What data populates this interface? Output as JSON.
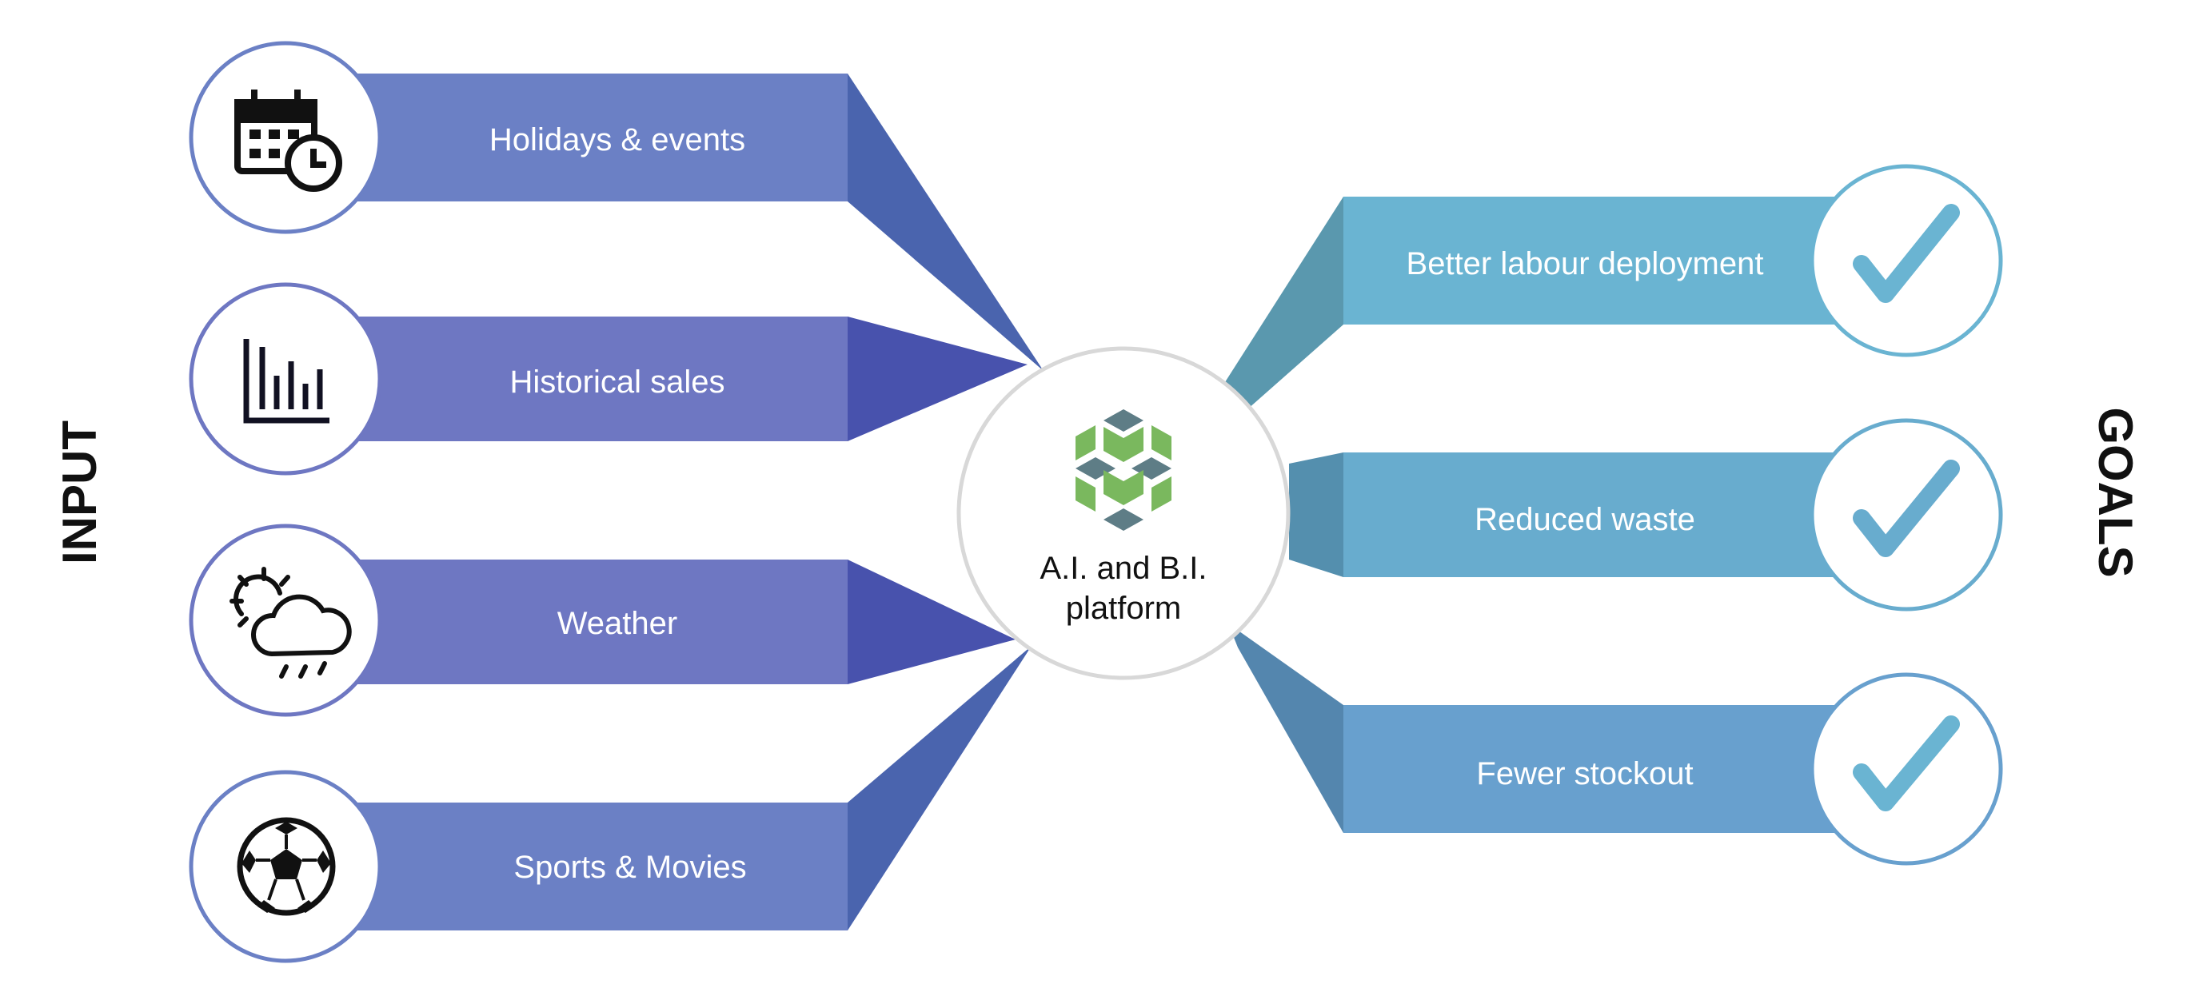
{
  "side_labels": {
    "left": "INPUT",
    "right": "GOALS"
  },
  "center": {
    "line1": "A.I. and B.I.",
    "line2": "platform",
    "icon": "hexagon-cubes-logo"
  },
  "inputs": [
    {
      "label": "Holidays & events",
      "icon": "calendar-clock-icon"
    },
    {
      "label": "Historical sales",
      "icon": "bar-chart-icon"
    },
    {
      "label": "Weather",
      "icon": "sun-cloud-rain-icon"
    },
    {
      "label": "Sports & Movies",
      "icon": "soccer-ball-icon"
    }
  ],
  "goals": [
    {
      "label": "Better labour deployment",
      "icon": "check-icon"
    },
    {
      "label": "Reduced waste",
      "icon": "check-icon"
    },
    {
      "label": "Fewer stockout",
      "icon": "check-icon"
    }
  ],
  "colors": {
    "input_band": "#6b80c5",
    "input_band_alt": "#6e77c2",
    "input_connector": "#4a5fad",
    "input_connector_alt": "#4852ad",
    "goal_band": "#6ab4d2",
    "goal_connector": "#5a98ae",
    "logo_green": "#7ab85e",
    "logo_slate": "#5e7d86"
  }
}
